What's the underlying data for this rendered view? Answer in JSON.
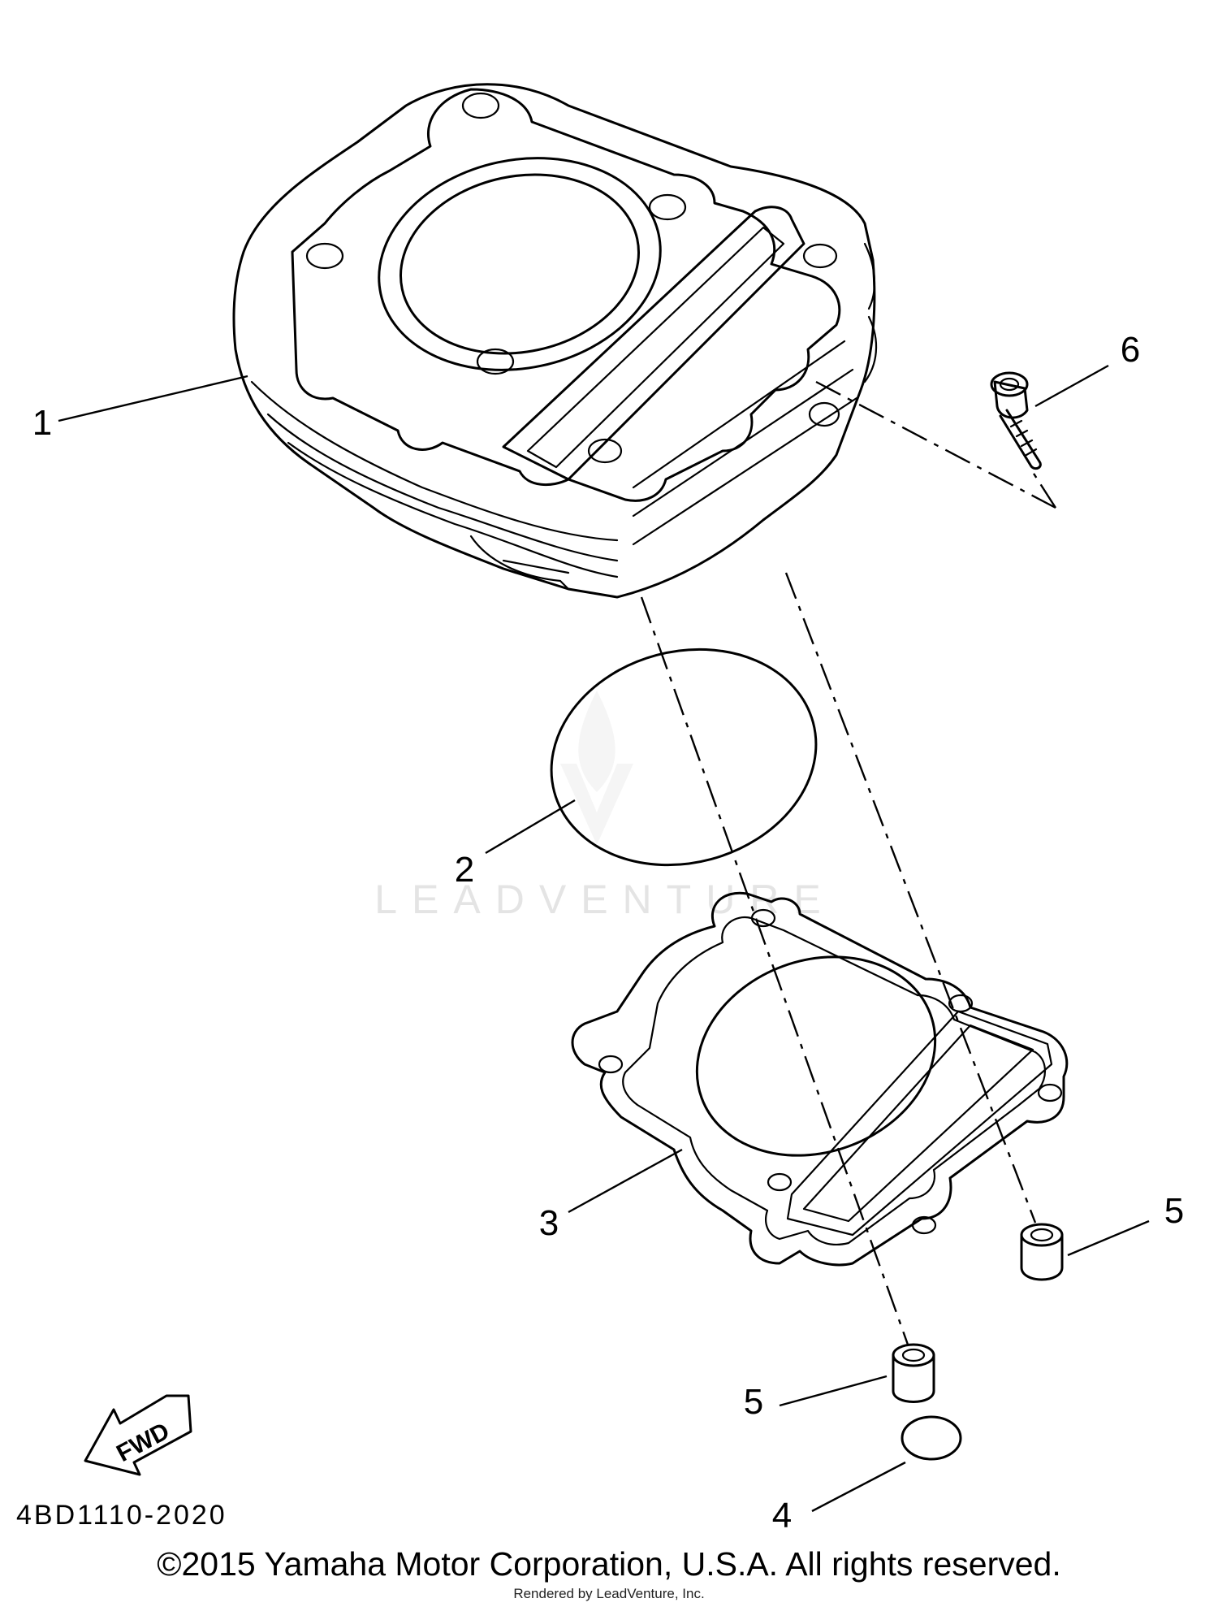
{
  "watermark": {
    "text": "LEADVENTURE"
  },
  "callouts": {
    "part1": "1",
    "part2": "2",
    "part3": "3",
    "part4": "4",
    "part5a": "5",
    "part5b": "5",
    "part6": "6"
  },
  "fwd_arrow": {
    "label": "FWD"
  },
  "part_code": "4BD1110-2020",
  "footer": {
    "copyright": "©2015 Yamaha Motor Corporation, U.S.A. All rights reserved.",
    "rendered_by": "Rendered by LeadVenture, Inc."
  }
}
